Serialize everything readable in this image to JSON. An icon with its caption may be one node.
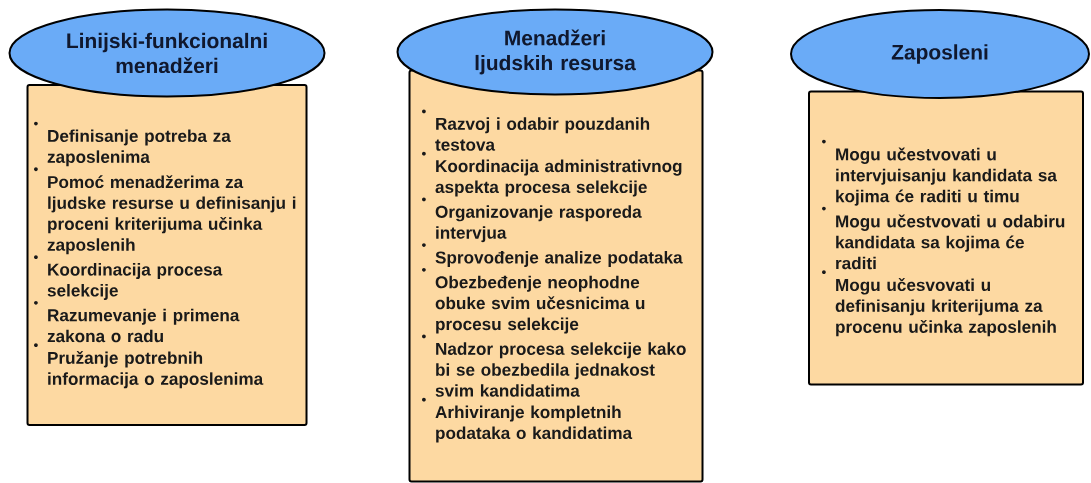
{
  "diagram": {
    "nodes": [
      {
        "text": [
          "Linijski-funkcionalni menadžeri"
        ]
      },
      {
        "text": [
          "Definisanje potreba za zaposlenima",
          "Pomoć menadžerima za ljudske resurse u definisanju i proceni kriterijuma učinka zaposlenih",
          "Koordinacija procesa selekcije",
          "Razumevanje i primena zakona o radu",
          "Pružanje potrebnih informacija o zaposlenima"
        ]
      },
      {
        "text": [
          "Menadžeri ljudskih resursa"
        ]
      },
      {
        "text": [
          "Razvoj i odabir pouzdanih testova",
          "Koordinacija administrativnog aspekta procesa selekcije",
          "Organizovanje rasporeda intervjua",
          "Sprovođenje analize podataka",
          "Obezbeđenje neophodne obuke svim učesnicima u procesu selekcije",
          "Nadzor procesa selekcije kako bi se obezbedila jednakost svim kandidatima",
          "Arhiviranje kompletnih podataka o kandidatima"
        ]
      },
      {
        "text": [
          "Zaposleni"
        ]
      },
      {
        "text": [
          "Mogu učestvovati u intervjuisanju kandidata sa kojima će raditi u timu",
          "Mogu učestvovati u odabiru kandidata sa kojima će raditi",
          "Mogu učesvovati u definisanju kriterijuma za procenu učinka zaposlenih"
        ]
      }
    ]
  }
}
